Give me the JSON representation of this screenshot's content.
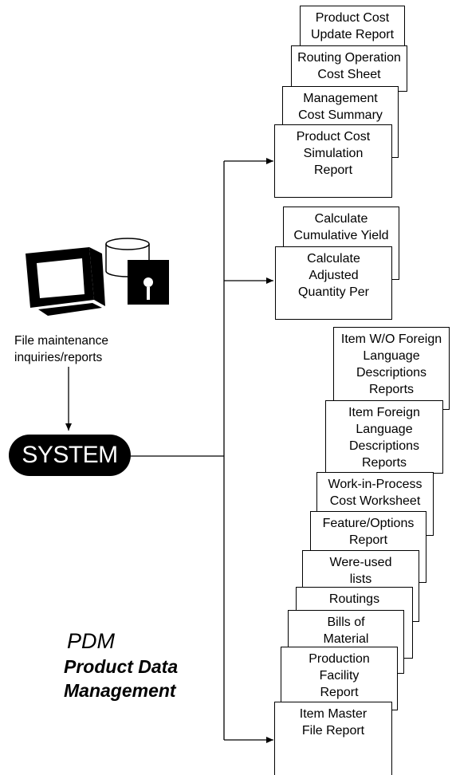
{
  "workstation": {
    "label_lines": [
      "File maintenance",
      "inquiries/reports"
    ],
    "icons": [
      "computer-monitor-icon",
      "database-cylinder-icon",
      "floppy-disk-icon"
    ]
  },
  "system": {
    "label": "SYSTEM"
  },
  "pdm": {
    "abbreviation": "PDM",
    "full_name": "Product Data Management"
  },
  "groups": [
    {
      "reports": [
        "Product Cost\nUpdate Report",
        "Routing Operation\nCost Sheet",
        "Management\nCost Summary",
        "Product Cost\nSimulation\nReport"
      ]
    },
    {
      "reports": [
        "Calculate\nCumulative Yield",
        "Calculate\nAdjusted\nQuantity Per"
      ]
    },
    {
      "reports": [
        "Item W/O Foreign\nLanguage\nDescriptions\nReports",
        "Item Foreign\nLanguage\nDescriptions\nReports",
        "Work-in-Process\nCost Worksheet",
        "Feature/Options\nReport",
        "Were-used\nlists",
        "Routings",
        "Bills of\nMaterial",
        "Production\nFacility\nReport",
        "Item Master\nFile Report"
      ]
    }
  ]
}
